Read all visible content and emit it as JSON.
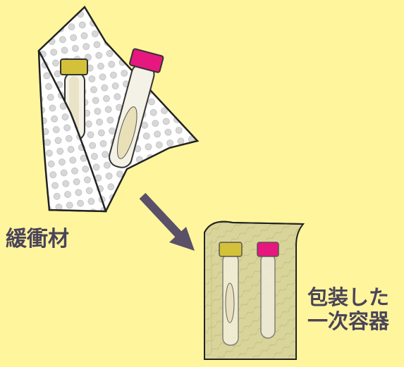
{
  "labels": {
    "cushioning_material": "緩衝材",
    "packed_primary_line1": "包装した",
    "packed_primary_line2": "一次容器"
  },
  "colors": {
    "background": "#fff59d",
    "label_text": "#4a4458",
    "arrow": "#5a5068",
    "cap_yellow": "#d4c13a",
    "cap_magenta": "#e6177e",
    "wrap_white": "#ffffff",
    "bag_tint": "#d9d59a"
  },
  "icons": {
    "cushion_wrap": "bubble-wrap-sheet",
    "tube": "sample-tube",
    "bag": "packed-bag"
  }
}
